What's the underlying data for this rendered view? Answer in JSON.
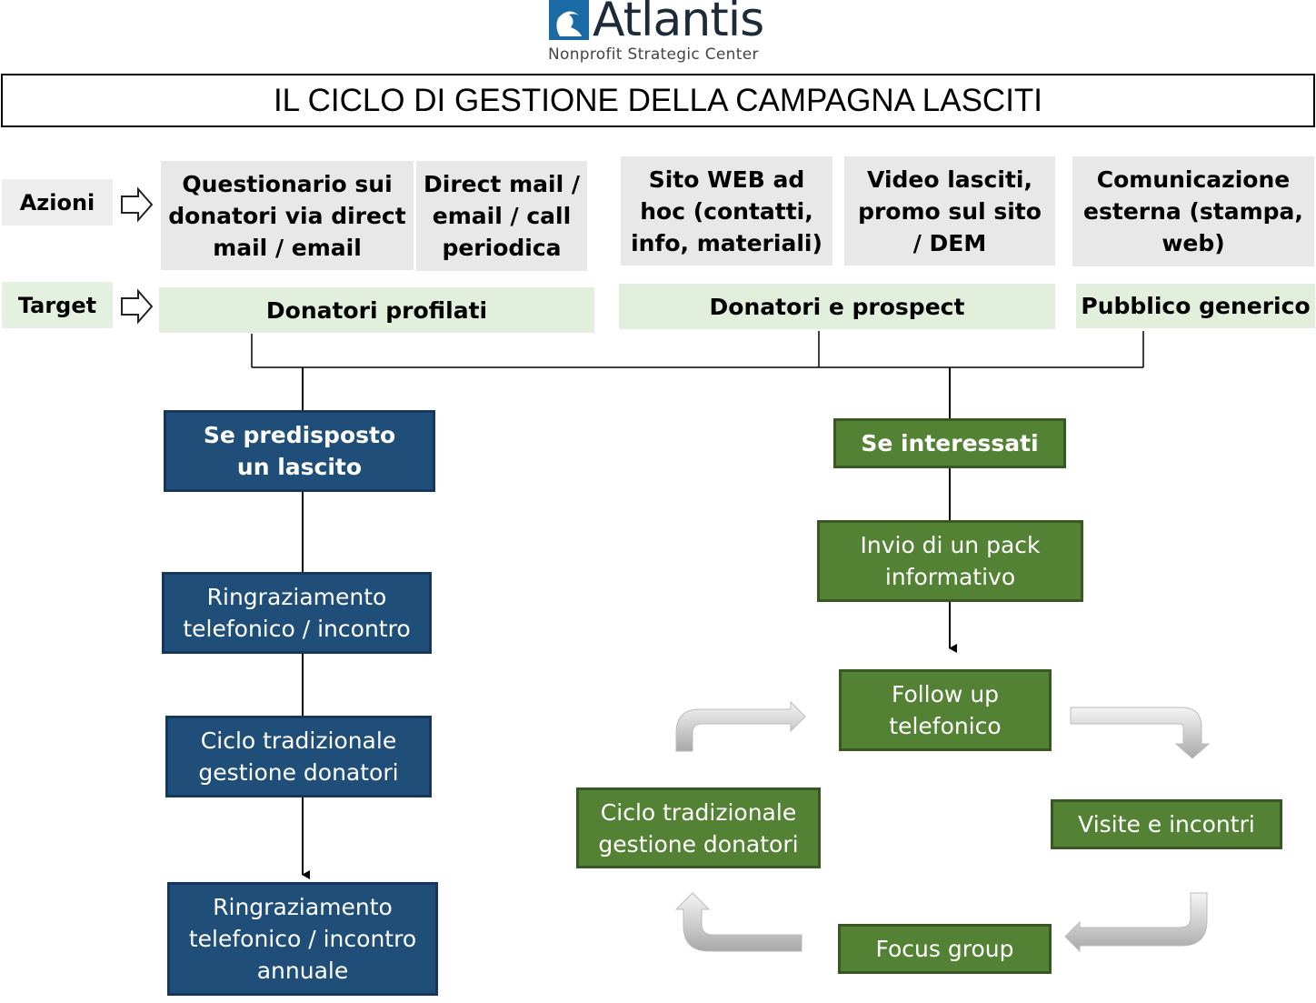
{
  "logo": {
    "name": "Atlantis",
    "tagline": "Nonprofit Strategic Center"
  },
  "title": "IL CICLO DI GESTIONE DELLA CAMPAGNA LASCITI",
  "labels": {
    "azioni": "Azioni",
    "target": "Target"
  },
  "actions": [
    "Questionario sui donatori via direct mail / email",
    "Direct mail / email / call periodica",
    "Sito WEB ad hoc (contatti, info, materiali)",
    "Video lasciti, promo sul sito / DEM",
    "Comunicazione esterna (stampa, web)"
  ],
  "targets": [
    "Donatori profilati",
    "Donatori e prospect",
    "Pubblico generico"
  ],
  "left_flow": [
    "Se predisposto un lascito",
    "Ringraziamento telefonico / incontro",
    "Ciclo tradizionale gestione donatori",
    "Ringraziamento telefonico / incontro annuale"
  ],
  "right_flow": {
    "interested": "Se interessati",
    "pack": "Invio di un pack informativo",
    "cycle": {
      "follow_up": "Follow up telefonico",
      "visits": "Visite e incontri",
      "focus": "Focus group",
      "traditional": "Ciclo tradizionale gestione donatori"
    }
  },
  "colors": {
    "blue": "#1f4e79",
    "green": "#548235",
    "action_bg": "#e8e8e8",
    "target_bg": "#e2efdc"
  }
}
